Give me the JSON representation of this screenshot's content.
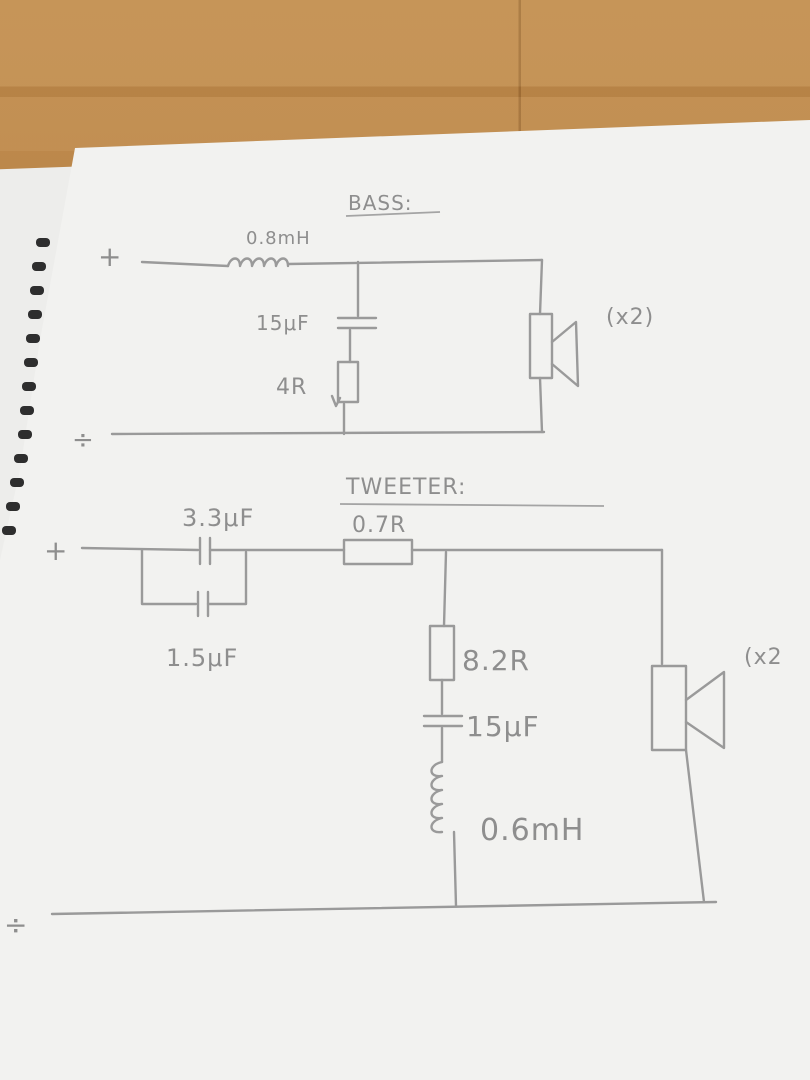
{
  "bass": {
    "heading": "BASS:",
    "plus": "+",
    "minus": "÷",
    "inductor": "0.8mH",
    "capacitor": "15μF",
    "resistor": "4R",
    "speaker_count": "(x2)"
  },
  "tweeter": {
    "heading": "TWEETER:",
    "plus": "+",
    "minus": "÷",
    "cap_series": "3.3μF",
    "cap_parallel": "1.5μF",
    "resistor_series": "0.7R",
    "resistor_shunt": "8.2R",
    "cap_shunt": "15μF",
    "inductor_shunt": "0.6mH",
    "speaker_count": "(x2"
  },
  "colors": {
    "paper": "#f2f2f0",
    "pencil": "#8e8e8e",
    "table": "#b98a4f"
  }
}
